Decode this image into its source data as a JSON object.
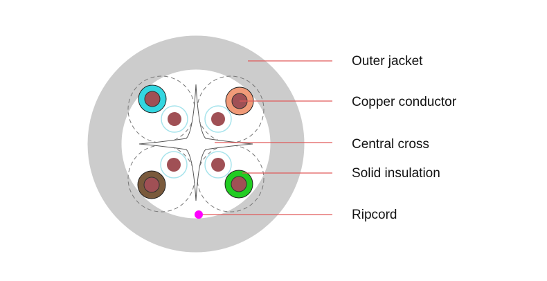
{
  "labels": {
    "outer_jacket": "Outer jacket",
    "copper_conductor": "Copper conductor",
    "central_cross": "Central cross",
    "solid_insulation": "Solid insulation",
    "ripcord": "Ripcord"
  },
  "colors": {
    "jacket": "#cccccc",
    "leader": "#e05a5a",
    "conductor": "#a05055",
    "pair_outline": "#777777",
    "inner_insulation": "#a8e4ec",
    "ripcord": "#ff00ff",
    "pair_blue": "#33d6e0",
    "pair_orange": "#f09a78",
    "pair_brown": "#7a5a3c",
    "pair_green": "#22cc22"
  }
}
